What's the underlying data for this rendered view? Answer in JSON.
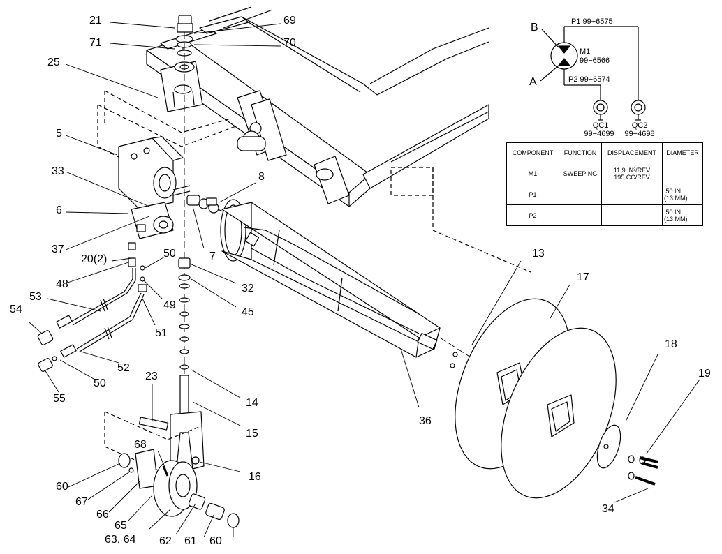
{
  "callouts": {
    "c21": "21",
    "c69": "69",
    "c71": "71",
    "c70": "70",
    "c25": "25",
    "c5": "5",
    "c33": "33",
    "c8": "8",
    "c6": "6",
    "c7": "7",
    "c37": "37",
    "c20": "20(2)",
    "c50a": "50",
    "c48": "48",
    "c32": "32",
    "c45": "45",
    "c53": "53",
    "c49": "49",
    "c54": "54",
    "c51": "51",
    "c52": "52",
    "c50b": "50",
    "c55": "55",
    "c23": "23",
    "c14": "14",
    "c15": "15",
    "c68": "68",
    "c16": "16",
    "c60a": "60",
    "c67": "67",
    "c66": "66",
    "c65": "65",
    "c6364": "63, 64",
    "c62": "62",
    "c61": "61",
    "c60b": "60",
    "c13": "13",
    "c17": "17",
    "c36": "36",
    "c18": "18",
    "c19": "19",
    "c34": "34"
  },
  "schematic": {
    "port_b": "B",
    "port_a": "A",
    "motor_id": "M1",
    "motor_part": "99−6566",
    "line_p1": "P1 99−6575",
    "line_p2": "P2 99−6574",
    "qc1_id": "QC1",
    "qc1_part": "99−4699",
    "qc2_id": "QC2",
    "qc2_part": "99−4698"
  },
  "spec_table": {
    "headers": [
      "COMPONENT",
      "FUNCTION",
      "DISPLACEMENT",
      "DIAMETER"
    ],
    "rows": [
      {
        "component": "M1",
        "function": "SWEEPING",
        "displacement_1": "11.9 IN³/REV",
        "displacement_2": "195 CC/REV",
        "diameter_1": "",
        "diameter_2": ""
      },
      {
        "component": "P1",
        "function": "",
        "displacement_1": "",
        "displacement_2": "",
        "diameter_1": ".50 IN",
        "diameter_2": "(13 MM)"
      },
      {
        "component": "P2",
        "function": "",
        "displacement_1": "",
        "displacement_2": "",
        "diameter_1": ".50 IN",
        "diameter_2": "(13 MM)"
      }
    ]
  }
}
